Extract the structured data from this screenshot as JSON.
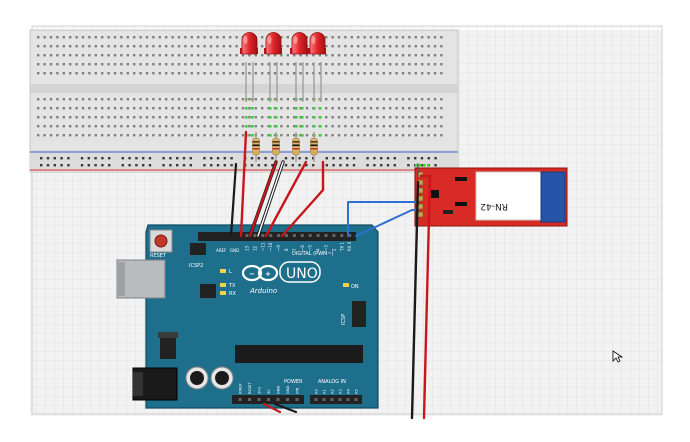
{
  "arduino": {
    "board_name": "UNO",
    "brand": "Arduino",
    "reset_label": "RESET",
    "icsp2_label": "ICSP2",
    "icsp_label": "ICSP",
    "l_label": "L",
    "tx_label": "TX",
    "rx_label": "RX",
    "on_label": "ON",
    "digital_label": "DIGITAL (PWM~)",
    "aref_label": "AREF",
    "gnd_label": "GND",
    "power_label": "POWER",
    "analog_label": "ANALOG IN",
    "digital_pins": [
      "13",
      "12",
      "~11",
      "~10",
      "~9",
      "8",
      "7",
      "~6",
      "~5",
      "4",
      "~3",
      "2",
      "TX 1",
      "RX 0"
    ],
    "power_pins": [
      "IOREF",
      "RESET",
      "3V3",
      "5V",
      "GND",
      "GND",
      "VIN"
    ],
    "analog_pins": [
      "A0",
      "A1",
      "A2",
      "A3",
      "A4",
      "A5"
    ]
  },
  "bluetooth_module": {
    "label": "RN-42"
  },
  "breadboard": {
    "leds": 4,
    "resistors": 4
  },
  "colors": {
    "board": "#1e6f8c",
    "wire_red": "#c8161b",
    "wire_black": "#1a1a1a",
    "wire_blue": "#2f6fcf",
    "led": "#e0262b",
    "module": "#d92b25"
  }
}
